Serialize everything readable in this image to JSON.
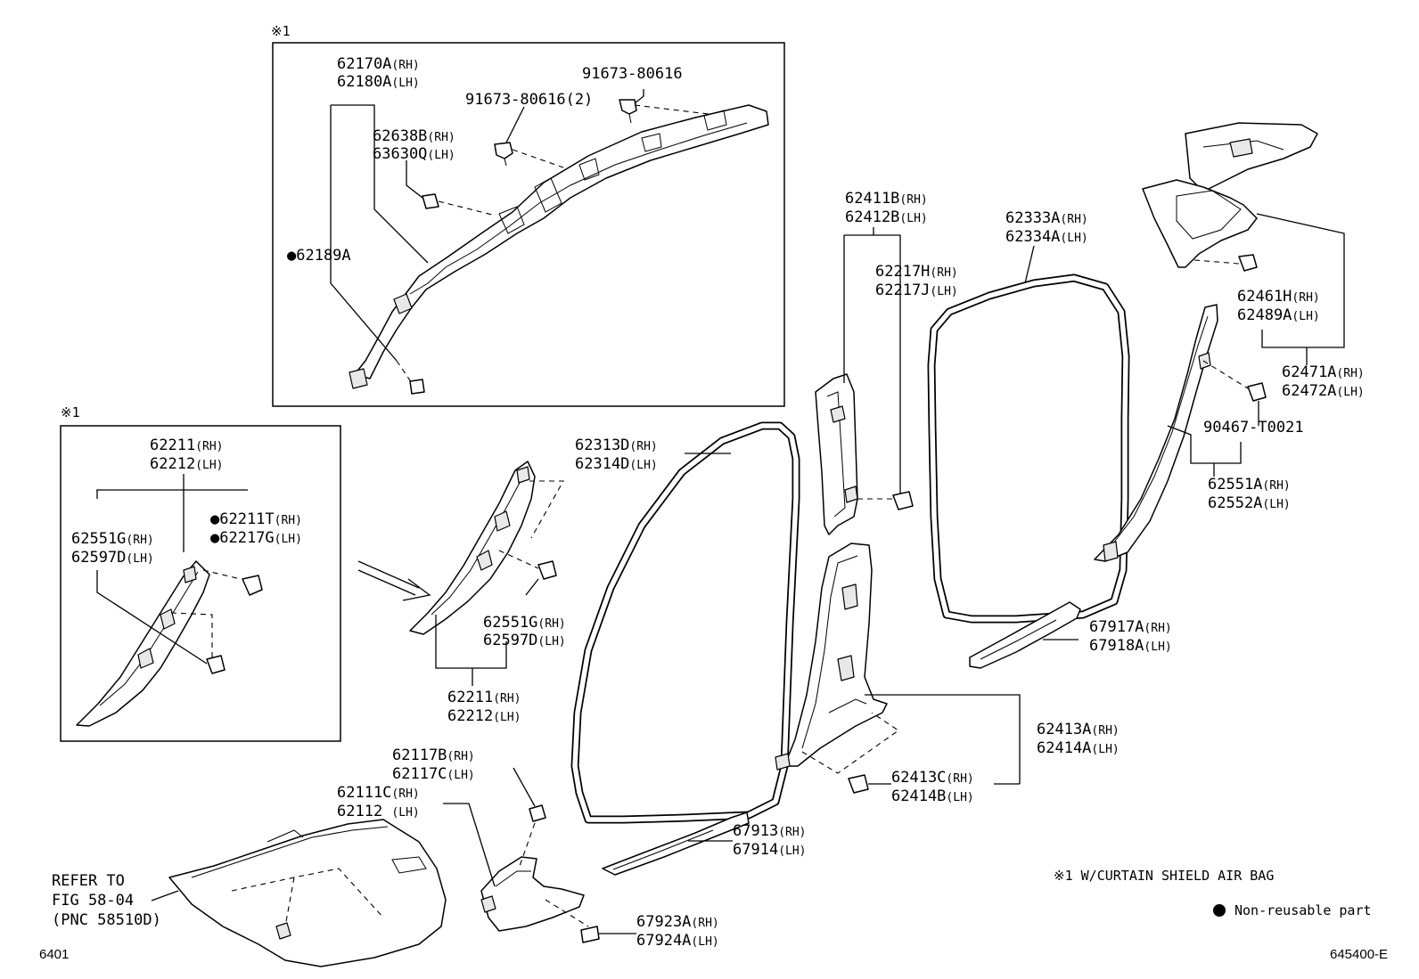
{
  "diagram": {
    "note_marker_top": "※1",
    "note_marker_left": "※1",
    "labels": {
      "p62170A": [
        "62170A",
        "(RH)"
      ],
      "p62180A": [
        "62180A",
        "(LH)"
      ],
      "p91673a": [
        "91673-80616",
        ""
      ],
      "p91673b": [
        "91673-80616(2)",
        ""
      ],
      "p62638B": [
        "62638B",
        "(RH)"
      ],
      "p63630Q": [
        "63630Q",
        "(LH)"
      ],
      "p62189A": [
        "●62189A",
        ""
      ],
      "p62211box": [
        "62211",
        "(RH)"
      ],
      "p62212box": [
        "62212",
        "(LH)"
      ],
      "p62551Gbox": [
        "62551G",
        "(RH)"
      ],
      "p62597Dbox": [
        "62597D",
        "(LH)"
      ],
      "p62211T": [
        "●62211T",
        "(RH)"
      ],
      "p62217G": [
        "●62217G",
        "(LH)"
      ],
      "p62551G": [
        "62551G",
        "(RH)"
      ],
      "p62597D": [
        "62597D",
        "(LH)"
      ],
      "p62211": [
        "62211",
        "(RH)"
      ],
      "p62212": [
        "62212",
        "(LH)"
      ],
      "p62313D": [
        "62313D",
        "(RH)"
      ],
      "p62314D": [
        "62314D",
        "(LH)"
      ],
      "p62411B": [
        "62411B",
        "(RH)"
      ],
      "p62412B": [
        "62412B",
        "(LH)"
      ],
      "p62217H": [
        "62217H",
        "(RH)"
      ],
      "p62217J": [
        "62217J",
        "(LH)"
      ],
      "p62333A": [
        "62333A",
        "(RH)"
      ],
      "p62334A": [
        "62334A",
        "(LH)"
      ],
      "p62461H": [
        "62461H",
        "(RH)"
      ],
      "p62489A": [
        "62489A",
        "(LH)"
      ],
      "p62471A": [
        "62471A",
        "(RH)"
      ],
      "p62472A": [
        "62472A",
        "(LH)"
      ],
      "p90467": [
        "90467-T0021",
        ""
      ],
      "p62551A": [
        "62551A",
        "(RH)"
      ],
      "p62552A": [
        "62552A",
        "(LH)"
      ],
      "p67917A": [
        "67917A",
        "(RH)"
      ],
      "p67918A": [
        "67918A",
        "(LH)"
      ],
      "p62413A": [
        "62413A",
        "(RH)"
      ],
      "p62414A": [
        "62414A",
        "(LH)"
      ],
      "p62413C": [
        "62413C",
        "(RH)"
      ],
      "p62414B": [
        "62414B",
        "(LH)"
      ],
      "p62117B": [
        "62117B",
        "(RH)"
      ],
      "p62117C": [
        "62117C",
        "(LH)"
      ],
      "p62111C": [
        "62111C",
        "(RH)"
      ],
      "p62112": [
        "62112 ",
        "(LH)"
      ],
      "p67913": [
        "67913",
        "(RH)"
      ],
      "p67914": [
        "67914",
        "(LH)"
      ],
      "p67923A": [
        "67923A",
        "(RH)"
      ],
      "p67924A": [
        "67924A",
        "(LH)"
      ]
    },
    "refer": [
      "REFER TO",
      "FIG 58-04",
      "(PNC 58510D)"
    ],
    "legend_note": "※1 W/CURTAIN SHIELD AIR BAG",
    "legend_nonreusable": "Non-reusable part",
    "footer_left": "6401",
    "footer_right": "645400-E"
  }
}
